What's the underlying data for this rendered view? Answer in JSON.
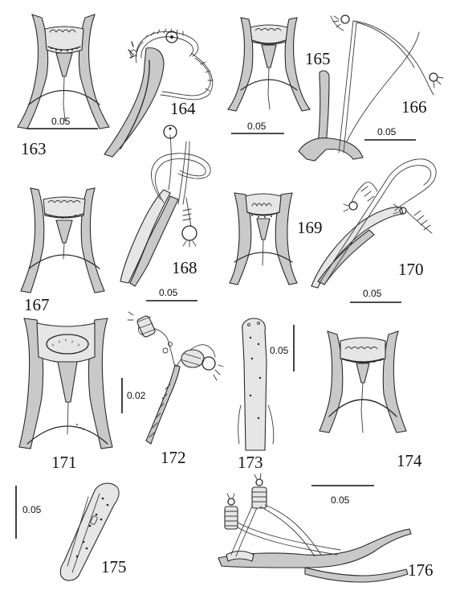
{
  "figures": [
    {
      "id": "fig-163",
      "label": "163"
    },
    {
      "id": "fig-164",
      "label": "164"
    },
    {
      "id": "fig-165",
      "label": "165"
    },
    {
      "id": "fig-166",
      "label": "166"
    },
    {
      "id": "fig-167",
      "label": "167"
    },
    {
      "id": "fig-168",
      "label": "168"
    },
    {
      "id": "fig-169",
      "label": "169"
    },
    {
      "id": "fig-170",
      "label": "170"
    },
    {
      "id": "fig-171",
      "label": "171"
    },
    {
      "id": "fig-172",
      "label": "172"
    },
    {
      "id": "fig-173",
      "label": "173"
    },
    {
      "id": "fig-174",
      "label": "174"
    },
    {
      "id": "fig-175",
      "label": "175"
    },
    {
      "id": "fig-176",
      "label": "176"
    }
  ],
  "scale_bars": [
    {
      "id": "scale-163",
      "value": "0.05"
    },
    {
      "id": "scale-165",
      "value": "0.05"
    },
    {
      "id": "scale-166",
      "value": "0.05"
    },
    {
      "id": "scale-168",
      "value": "0.05"
    },
    {
      "id": "scale-170",
      "value": "0.05"
    },
    {
      "id": "scale-172",
      "value": "0.02"
    },
    {
      "id": "scale-173",
      "value": "0.05"
    },
    {
      "id": "scale-175",
      "value": "0.05"
    },
    {
      "id": "scale-176",
      "value": "0.05"
    }
  ]
}
